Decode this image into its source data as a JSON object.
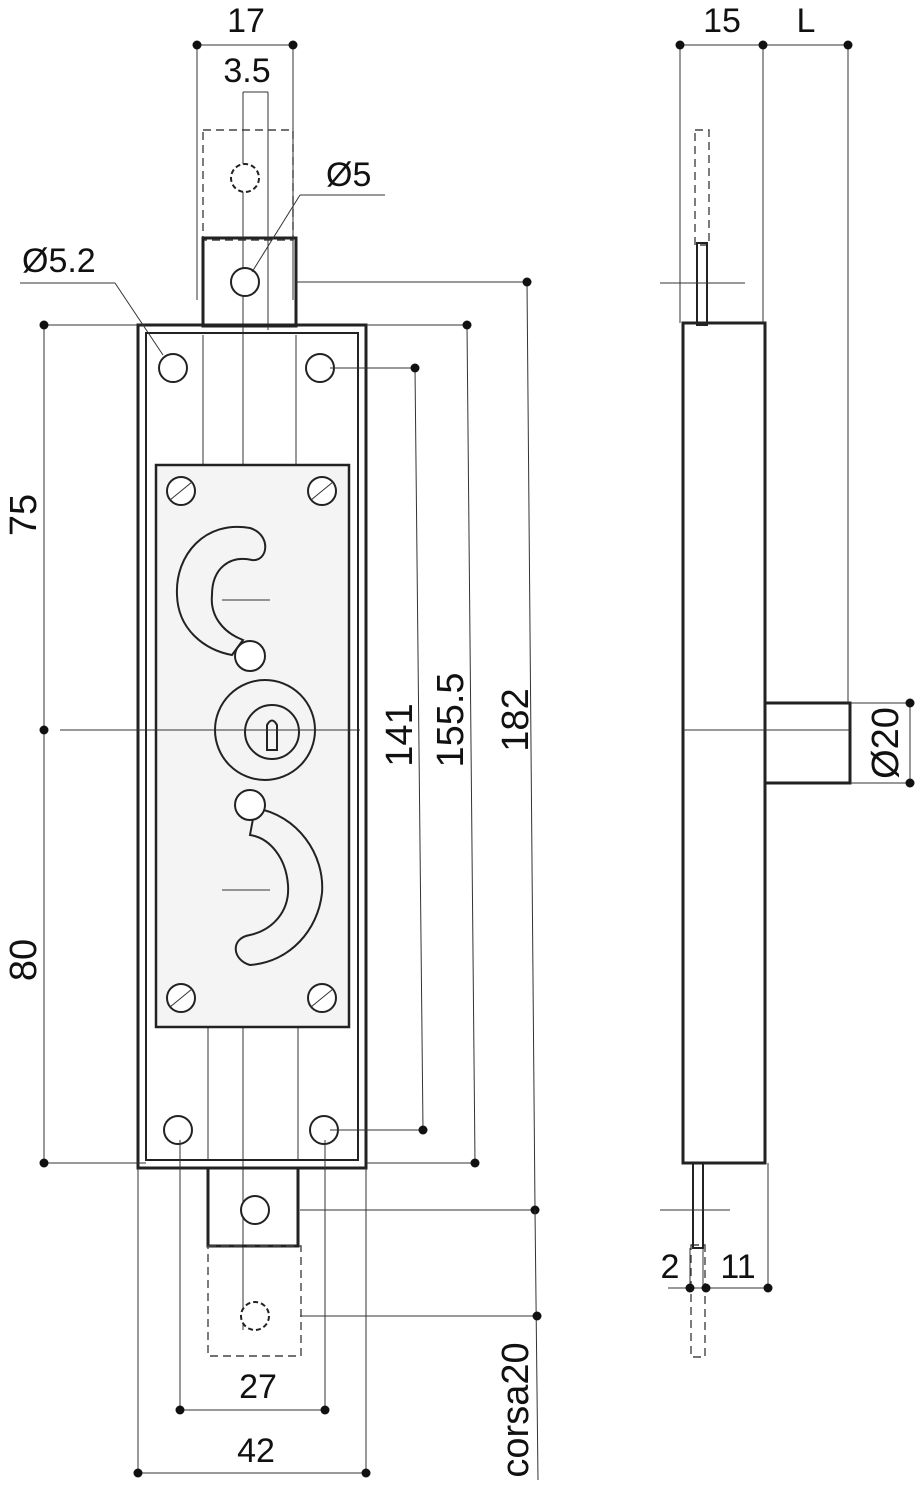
{
  "dimensions": {
    "top_width": "17",
    "bolt_width": "3.5",
    "hole_small": "Ø5",
    "hole_screw": "Ø5.2",
    "upper_half": "75",
    "lower_half": "80",
    "d141": "141",
    "d155": "155.5",
    "d182": "182",
    "bottom_inner": "27",
    "bottom_outer": "42",
    "stroke": "corsa20",
    "side_depth": "15",
    "side_L": "L",
    "cylinder_dia": "Ø20",
    "bolt_thick": "2",
    "bolt_offset": "11"
  },
  "colors": {
    "line": "#222222",
    "plate": "#f4f4f4",
    "background": "#ffffff"
  }
}
